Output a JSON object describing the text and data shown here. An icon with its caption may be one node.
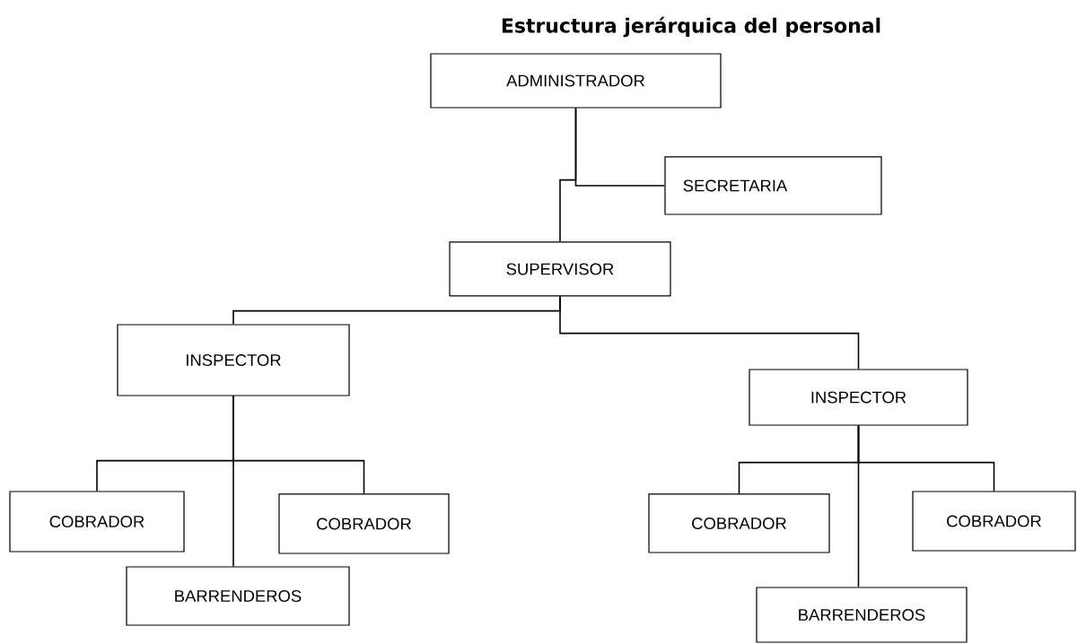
{
  "diagram": {
    "title": "Estructura jerárquica  del personal",
    "nodes": [
      {
        "text": [
          "ADMINISTRADOR"
        ]
      },
      {
        "text": [
          "SECRETARIA"
        ]
      },
      {
        "text": [
          "SUPERVISOR"
        ]
      },
      {
        "text": [
          "INSPECTOR"
        ]
      },
      {
        "text": [
          "COBRADOR"
        ]
      },
      {
        "text": [
          "BARRENDEROS"
        ]
      },
      {
        "text": [
          "COBRADOR"
        ]
      },
      {
        "text": [
          "INSPECTOR"
        ]
      },
      {
        "text": [
          "COBRADOR"
        ]
      },
      {
        "text": [
          "BARRENDEROS"
        ]
      },
      {
        "text": [
          "COBRADOR"
        ]
      }
    ],
    "edges": [
      {
        "from": 0,
        "to": 1,
        "arrow": "none"
      },
      {
        "from": 0,
        "to": 2,
        "arrow": "none"
      },
      {
        "from": 2,
        "to": 3,
        "arrow": "none"
      },
      {
        "from": 2,
        "to": 7,
        "arrow": "none"
      },
      {
        "from": 3,
        "to": 4,
        "arrow": "none"
      },
      {
        "from": 3,
        "to": 5,
        "arrow": "none"
      },
      {
        "from": 3,
        "to": 6,
        "arrow": "none"
      },
      {
        "from": 7,
        "to": 8,
        "arrow": "none"
      },
      {
        "from": 7,
        "to": 9,
        "arrow": "none"
      },
      {
        "from": 7,
        "to": 10,
        "arrow": "none"
      }
    ]
  }
}
